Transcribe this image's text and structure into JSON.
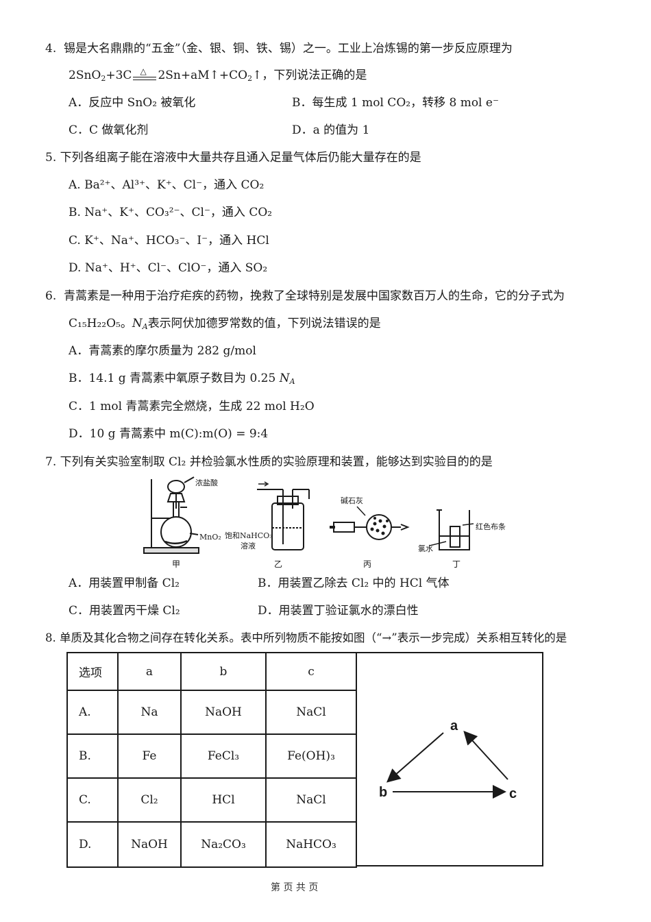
{
  "q4": {
    "num": "4.",
    "stem": "锡是大名鼎鼎的“五金”（金、银、铜、铁、锡）之一。工业上冶炼锡的第一步反应原理为",
    "eq_a": "2SnO",
    "eq_b": "+3C",
    "cond": "△",
    "eq_c": "2Sn+aM↑+CO",
    "eq_d": "↑，下列说法正确的是",
    "optA": "A．反应中 SnO₂ 被氧化",
    "optB": "B．每生成 1 mol CO₂，转移 8 mol e⁻",
    "optC": "C．C 做氧化剂",
    "optD": "D．a 的值为 1"
  },
  "q5": {
    "num": "5.",
    "stem": "下列各组离子能在溶液中大量共存且通入足量气体后仍能大量存在的是",
    "optA": "A.  Ba²⁺、Al³⁺、K⁺、Cl⁻，通入 CO₂",
    "optB": "B.  Na⁺、K⁺、CO₃²⁻、Cl⁻，通入 CO₂",
    "optC": "C.  K⁺、Na⁺、HCO₃⁻、I⁻，通入 HCl",
    "optD": "D.  Na⁺、H⁺、Cl⁻、ClO⁻，通入 SO₂"
  },
  "q6": {
    "num": "6.",
    "stem": "青蒿素是一种用于治疗疟疾的药物，挽救了全球特别是发展中国家数百万人的生命，它的分子式为",
    "stem2a": "C₁₅H₂₂O₅。",
    "na": "N",
    "na_sub": "A",
    "stem2b": "表示阿伏加德罗常数的值，下列说法错误的是",
    "optA": "A．青蒿素的摩尔质量为 282 g/mol",
    "optB": "B．14.1 g 青蒿素中氧原子数目为 0.25",
    "optC": "C．1 mol 青蒿素完全燃烧，生成 22 mol H₂O",
    "optD": "D．10 g 青蒿素中 m(C):m(O) = 9:4"
  },
  "q7": {
    "num": "7.",
    "stem": "下列有关实验室制取 Cl₂ 并检验氯水性质的实验原理和装置，能够达到实验目的的是",
    "lbl_hcl": "浓盐酸",
    "lbl_mno2": "MnO₂",
    "lbl_nahco3_1": "饱和NaHCO₃",
    "lbl_nahco3_2": "溶液",
    "lbl_soda": "碱石灰",
    "lbl_cloth": "红色布条",
    "lbl_clwater": "氯水",
    "cap_jia": "甲",
    "cap_yi": "乙",
    "cap_bing": "丙",
    "cap_ding": "丁",
    "optA": "A．用装置甲制备 Cl₂",
    "optB": "B．用装置乙除去 Cl₂ 中的 HCl 气体",
    "optC": "C．用装置丙干燥 Cl₂",
    "optD": "D．用装置丁验证氯水的漂白性"
  },
  "q8": {
    "num": "8.",
    "stem": "单质及其化合物之间存在转化关系。表中所列物质不能按如图（“→”表示一步完成）关系相互转化的是",
    "headers": [
      "选项",
      "a",
      "b",
      "c"
    ],
    "rows": [
      [
        "A.",
        "Na",
        "NaOH",
        "NaCl"
      ],
      [
        "B.",
        "Fe",
        "FeCl₃",
        "Fe(OH)₃"
      ],
      [
        "C.",
        "Cl₂",
        "HCl",
        "NaCl"
      ],
      [
        "D.",
        "NaOH",
        "Na₂CO₃",
        "NaHCO₃"
      ]
    ],
    "node_a": "a",
    "node_b": "b",
    "node_c": "c"
  },
  "footer": "第 页 共 页"
}
